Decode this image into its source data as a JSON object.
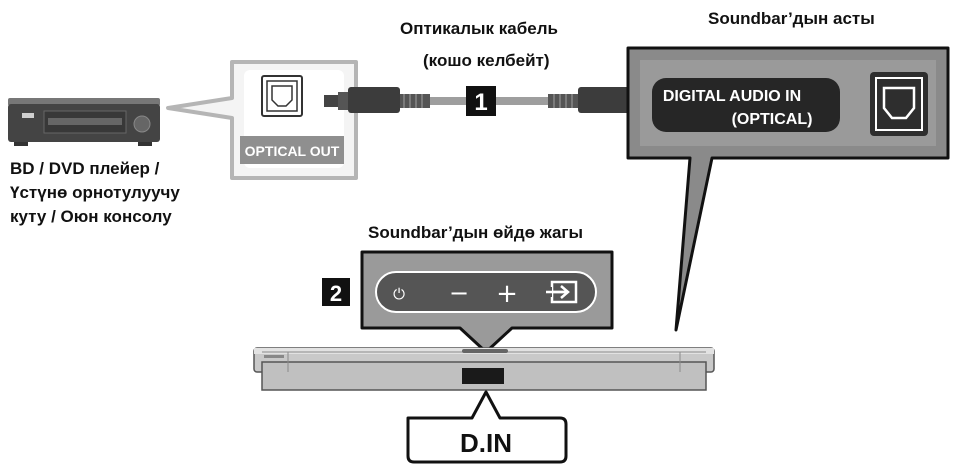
{
  "cable": {
    "label_line1": "Оптикалык кабель",
    "label_line2": "(кошо келбейт)",
    "step_number": "1"
  },
  "rear_panel": {
    "label": "Soundbar’дын асты",
    "port_line1": "DIGITAL AUDIO IN",
    "port_line2": "(OPTICAL)"
  },
  "source_device": {
    "label_line1": "BD / DVD плейер /",
    "label_line2": "Үстүнө орнотулуучу",
    "label_line3": "куту / Оюн консолу",
    "port_label": "OPTICAL OUT"
  },
  "top_panel": {
    "label": "Soundbar’дын өйдө жагы",
    "step_number": "2",
    "buttons": [
      {
        "icon": "power-icon",
        "glyph": "⏻"
      },
      {
        "icon": "minus-icon",
        "glyph": "−"
      },
      {
        "icon": "plus-icon",
        "glyph": "+"
      },
      {
        "icon": "source-input-icon",
        "glyph": ""
      }
    ]
  },
  "display": {
    "text": "D.IN"
  },
  "colors": {
    "panel_gray": "#9a9a9a",
    "dark_panel": "#3c3c3c",
    "button_bar": "#5a5a5a",
    "bar_body": "#cfcfcf",
    "label_black": "#111111"
  }
}
